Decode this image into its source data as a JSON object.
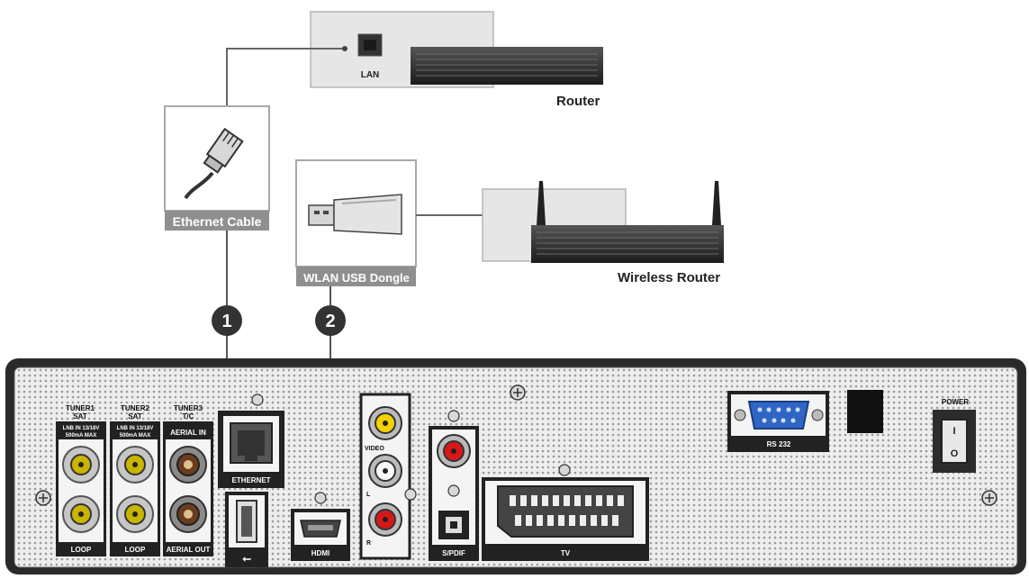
{
  "router": {
    "port_label": "LAN",
    "name": "Router"
  },
  "ethernet_cable": {
    "label": "Ethernet Cable"
  },
  "wlan_dongle": {
    "label": "WLAN USB Dongle"
  },
  "wireless_router": {
    "name": "Wireless Router"
  },
  "callouts": {
    "one": "1",
    "two": "2"
  },
  "panel": {
    "tuner1": {
      "line1": "TUNER1",
      "line2": "SAT",
      "spec1": "LNB IN 13/18V",
      "spec2": "500mA MAX",
      "loop": "LOOP"
    },
    "tuner2": {
      "line1": "TUNER2",
      "line2": "SAT",
      "spec1": "LNB IN 13/18V",
      "spec2": "500mA MAX",
      "loop": "LOOP"
    },
    "tuner3": {
      "line1": "TUNER3",
      "line2": "T/C",
      "aerial_in": "AERIAL IN",
      "aerial_out": "AERIAL OUT"
    },
    "ethernet": "ETHERNET",
    "usb": "⭠",
    "hdmi": "HDMI",
    "video": "VIDEO",
    "audio_l": "L",
    "audio_r": "R",
    "spdif": "S/PDIF",
    "tv": "TV",
    "rs232": "RS 232",
    "power": "POWER",
    "power_on": "I",
    "power_off": "O"
  }
}
